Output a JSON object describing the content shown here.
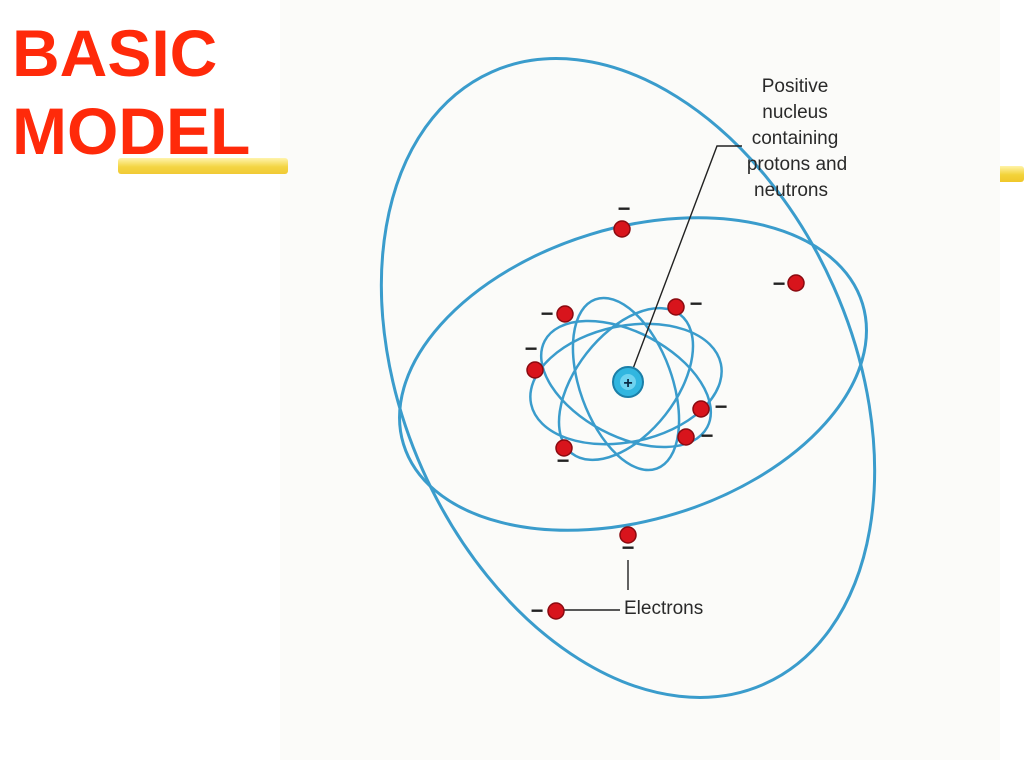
{
  "slide": {
    "title_line1": "BASIC",
    "title_line2": "MODEL"
  },
  "diagram": {
    "nucleus_label": [
      "Positive",
      "nucleus",
      "containing",
      "protons and",
      "neutrons"
    ],
    "electrons_label": "Electrons",
    "electron_sign": "−",
    "nucleus_sign": "+",
    "colors": {
      "title": "#ff2a0a",
      "orbit": "#3a9ccc",
      "electron": "#d8141c",
      "nucleus": "#31b6e0",
      "highlight": "#f3d33a"
    }
  }
}
